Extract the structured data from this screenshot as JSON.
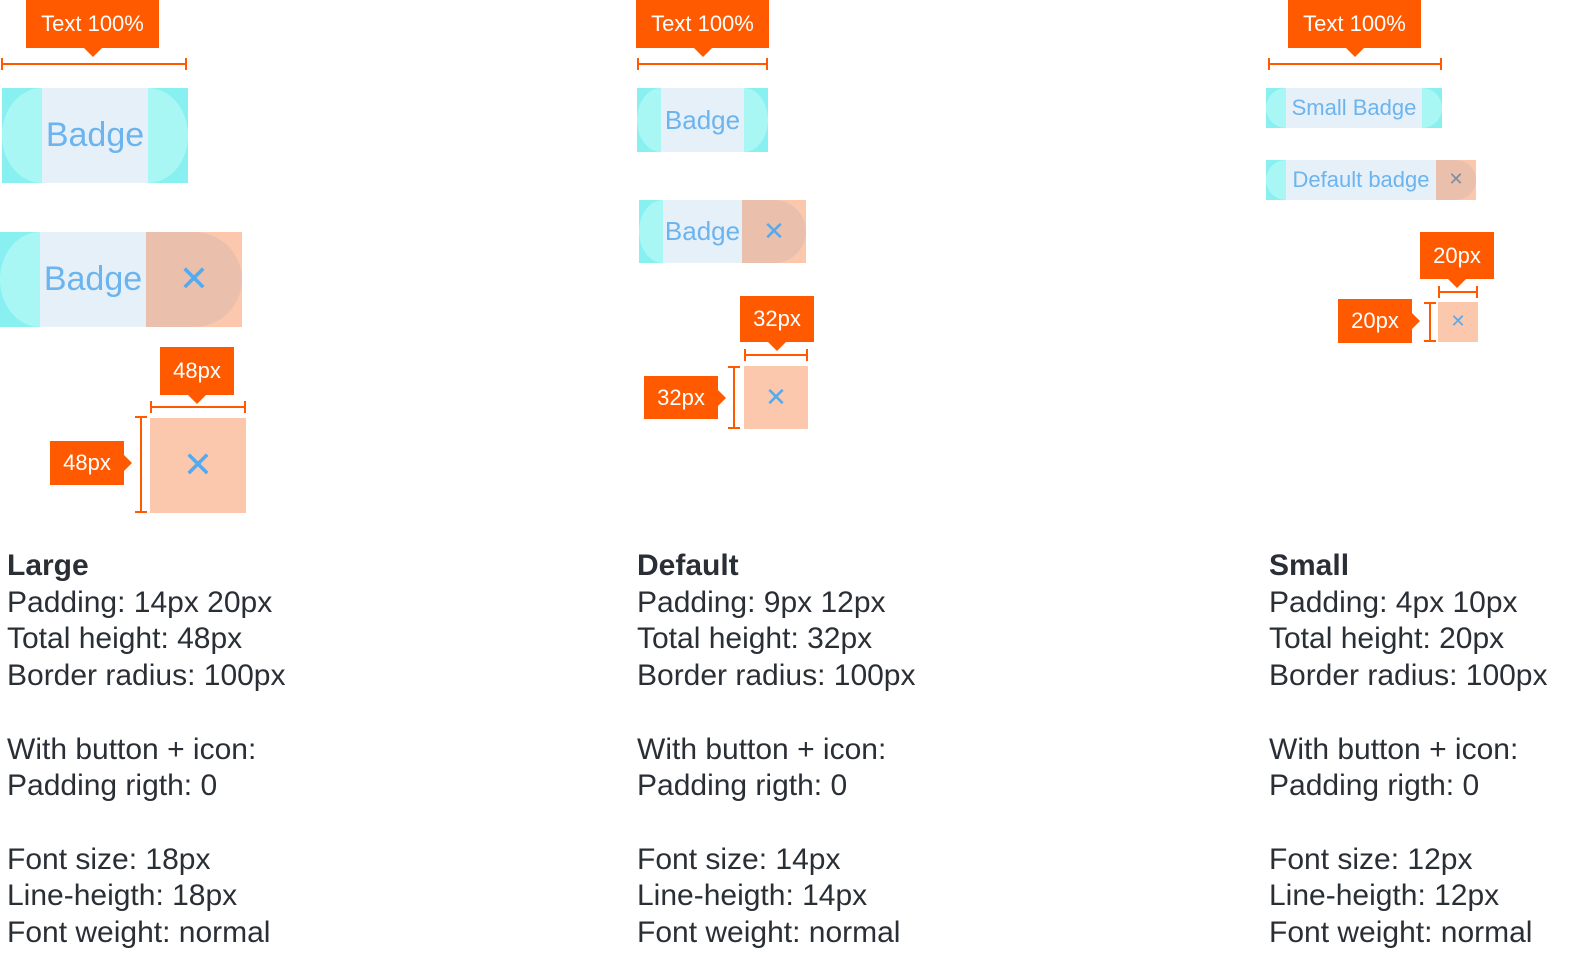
{
  "columns": [
    {
      "text_tag": "Text 100%",
      "badge_label": "Badge",
      "badge_button_label": "Badge",
      "close_glyph": "✕",
      "button_size_label_top": "48px",
      "button_size_label_side": "48px",
      "title": "Large",
      "padding": "Padding: 14px 20px",
      "total_height": "Total height: 48px",
      "border_radius": "Border radius: 100px",
      "with_button": "With button + icon:",
      "padding_right": "Padding rigth: 0",
      "font_size": "Font size: 18px",
      "line_height": "Line-heigth: 18px",
      "font_weight": "Font weight: normal"
    },
    {
      "text_tag": "Text 100%",
      "badge_label": "Badge",
      "badge_button_label": "Badge",
      "close_glyph": "✕",
      "button_size_label_top": "32px",
      "button_size_label_side": "32px",
      "title": "Default",
      "padding": "Padding: 9px 12px",
      "total_height": "Total height: 32px",
      "border_radius": "Border radius: 100px",
      "with_button": "With button + icon:",
      "padding_right": "Padding rigth: 0",
      "font_size": "Font size: 14px",
      "line_height": "Line-heigth: 14px",
      "font_weight": "Font weight: normal"
    },
    {
      "text_tag": "Text 100%",
      "badge_label": "Small Badge",
      "badge_button_label": "Default badge",
      "close_glyph": "✕",
      "button_size_label_top": "20px",
      "button_size_label_side": "20px",
      "title": "Small",
      "padding": "Padding: 4px 10px",
      "total_height": "Total height: 20px",
      "border_radius": "Border radius: 100px",
      "with_button": "With button + icon:",
      "padding_right": "Padding rigth: 0",
      "font_size": "Font size: 12px",
      "line_height": "Line-heigth: 12px",
      "font_weight": "Font weight: normal"
    }
  ],
  "colors": {
    "annotation": "#ff5a00",
    "padding_highlight": "#88f0f0",
    "badge_background": "#e6f0f9",
    "badge_text": "#6cb4ee",
    "button_area": "#fcc8ad",
    "close_icon": "#52aaf0",
    "spec_text": "#2a2f36"
  }
}
